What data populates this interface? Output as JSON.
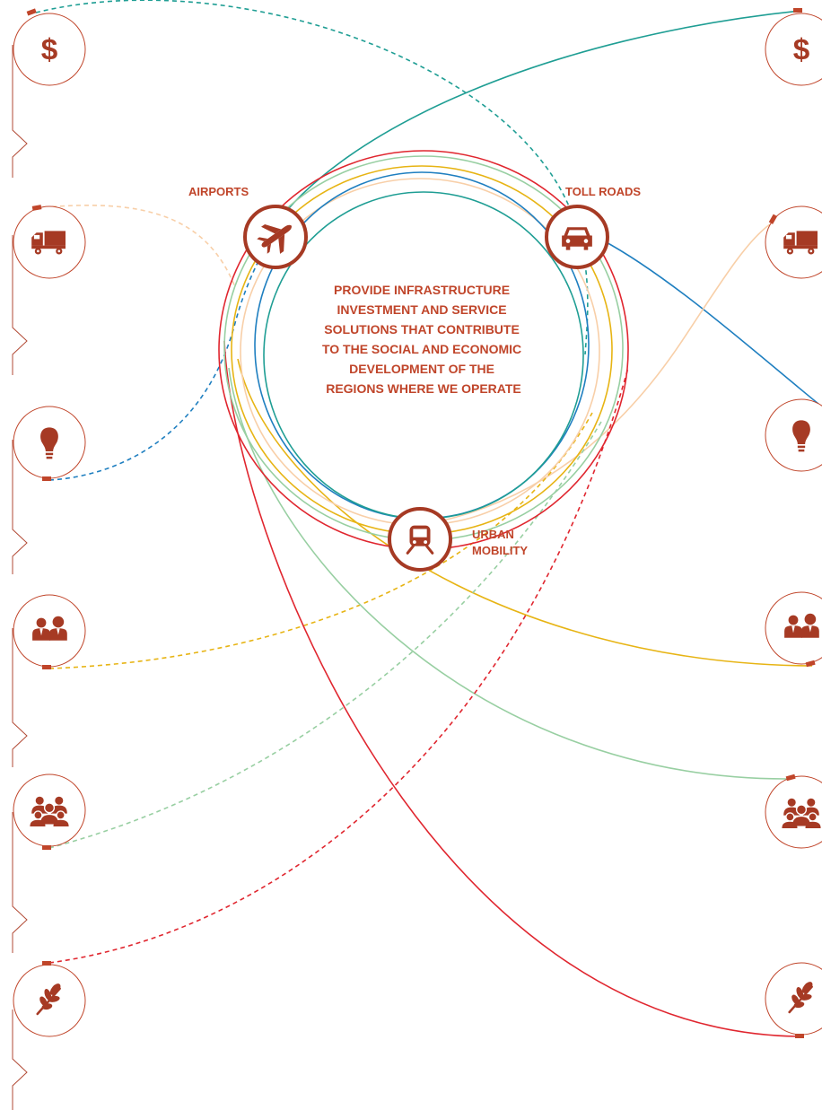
{
  "accent_color": "#a63a24",
  "label_color": "#c0452a",
  "center_statement": [
    "PROVIDE INFRASTRUCTURE",
    "INVESTMENT AND SERVICE",
    "SOLUTIONS THAT CONTRIBUTE",
    "TO THE SOCIAL AND ECONOMIC",
    "DEVELOPMENT OF THE",
    "REGIONS WHERE WE OPERATE"
  ],
  "hubs": {
    "airports": {
      "label": "AIRPORTS",
      "icon": "airplane-icon"
    },
    "toll_roads": {
      "label": "TOLL ROADS",
      "icon": "car-icon"
    },
    "urban_mobility": {
      "label_line1": "URBAN",
      "label_line2": "MOBILITY",
      "icon": "train-icon"
    }
  },
  "left_icons": [
    "dollar-icon",
    "truck-icon",
    "lightbulb-icon",
    "people-pair-icon",
    "group-icon",
    "leaf-icon"
  ],
  "right_icons": [
    "dollar-icon",
    "truck-icon",
    "lightbulb-icon",
    "people-pair-icon",
    "group-icon",
    "leaf-icon"
  ],
  "line_colors": {
    "teal": "#1f9e94",
    "blue": "#1f7fc0",
    "peach": "#f8cfa8",
    "yellow": "#e7b414",
    "green": "#98cfa2",
    "red": "#e0262f"
  }
}
